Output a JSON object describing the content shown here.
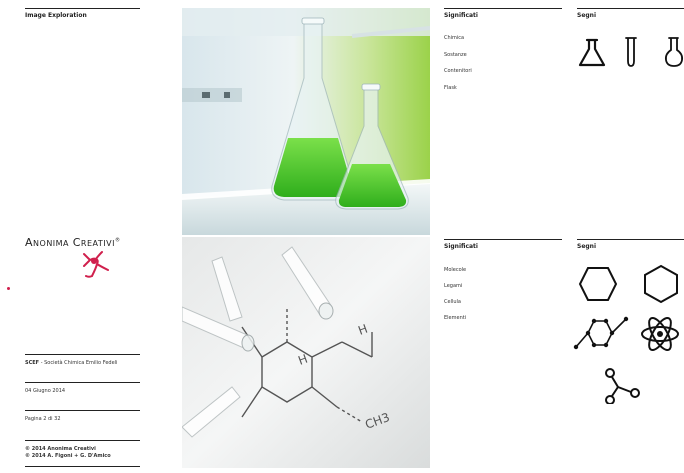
{
  "header": {
    "section_title": "Image Exploration"
  },
  "brand": {
    "name_prefix": "A",
    "name_main": "NONIMA",
    "name_c": "C",
    "name_rest": "REATIVI",
    "registered": "®",
    "accent_color": "#d0204d"
  },
  "footer": {
    "client_bold": "SCEF",
    "client_rest": " - Società Chimica Emilio Fedeli",
    "date": "04 Giugno 2014",
    "page": "Pagina 2 di 32",
    "copyright_1": "© 2014  Anonima Creativi",
    "copyright_2": "© 2014  A. Figoni + G. D'Amico"
  },
  "panel_top": {
    "significati_title": "Significati",
    "segni_title": "Segni",
    "items": [
      "Chimica",
      "Sostanze",
      "Contenitori",
      "Flask"
    ],
    "icons": [
      "erlenmeyer-flask-icon",
      "test-tube-icon",
      "round-flask-icon"
    ]
  },
  "panel_bottom": {
    "significati_title": "Significati",
    "segni_title": "Segni",
    "items": [
      "Molecole",
      "Legami",
      "Cellula",
      "Elementi"
    ],
    "icons": [
      "hexagon-flat-icon",
      "hexagon-pointy-icon",
      "molecule-chain-icon",
      "atom-icon",
      "molecule-branch-icon"
    ]
  },
  "photos": {
    "top": "green-erlenmeyer-flasks-photo",
    "bottom": "chemical-structure-drawing-photo"
  }
}
